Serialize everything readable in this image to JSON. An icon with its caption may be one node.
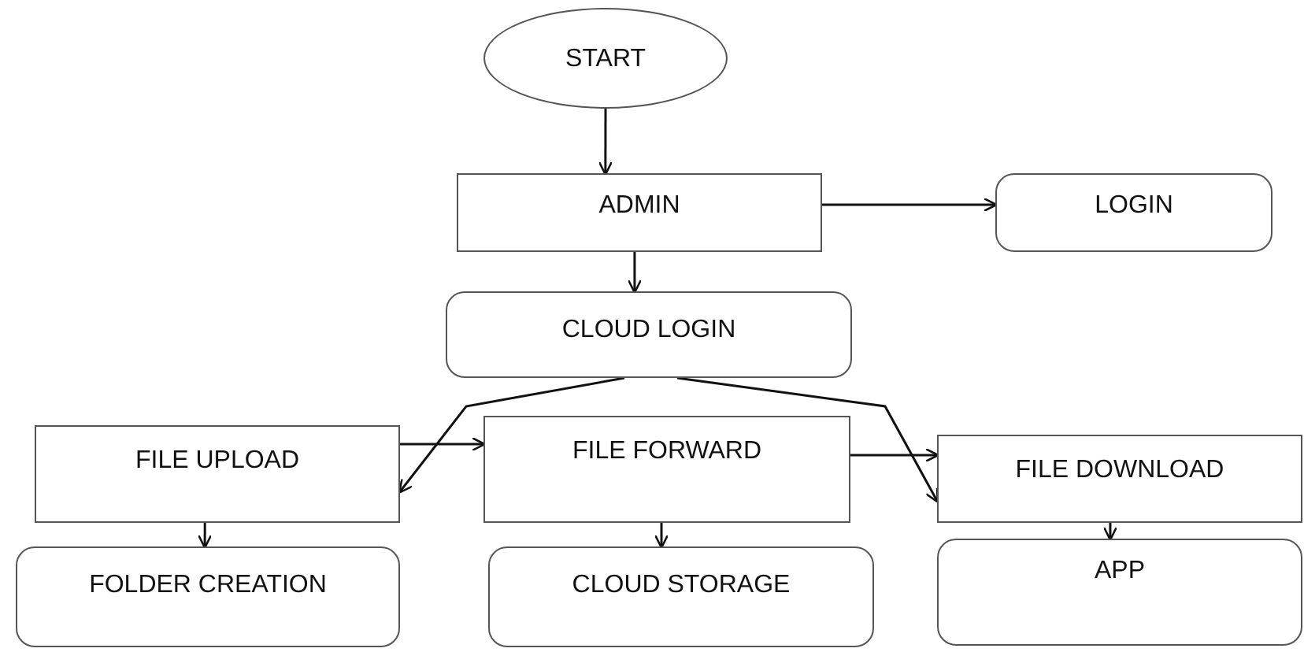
{
  "diagram": {
    "nodes": [
      {
        "text": [
          "START"
        ]
      },
      {
        "text": [
          "ADMIN"
        ]
      },
      {
        "text": [
          "LOGIN"
        ]
      },
      {
        "text": [
          "CLOUD LOGIN"
        ]
      },
      {
        "text": [
          "FILE UPLOAD"
        ]
      },
      {
        "text": [
          "FILE FORWARD"
        ]
      },
      {
        "text": [
          "FILE DOWNLOAD"
        ]
      },
      {
        "text": [
          "FOLDER CREATION"
        ]
      },
      {
        "text": [
          "CLOUD STORAGE"
        ]
      },
      {
        "text": [
          "APP"
        ]
      }
    ],
    "edges": [
      {
        "from": 0,
        "to": 1,
        "arrow": "to"
      },
      {
        "from": 1,
        "to": 2,
        "arrow": "to"
      },
      {
        "from": 1,
        "to": 3,
        "arrow": "to"
      },
      {
        "from": 3,
        "to": 4,
        "arrow": "to"
      },
      {
        "from": 3,
        "to": 6,
        "arrow": "to"
      },
      {
        "from": 4,
        "to": 5,
        "arrow": "to"
      },
      {
        "from": 5,
        "to": 6,
        "arrow": "to"
      },
      {
        "from": 4,
        "to": 7,
        "arrow": "to"
      },
      {
        "from": 5,
        "to": 8,
        "arrow": "to"
      },
      {
        "from": 6,
        "to": 9,
        "arrow": "to"
      }
    ]
  }
}
